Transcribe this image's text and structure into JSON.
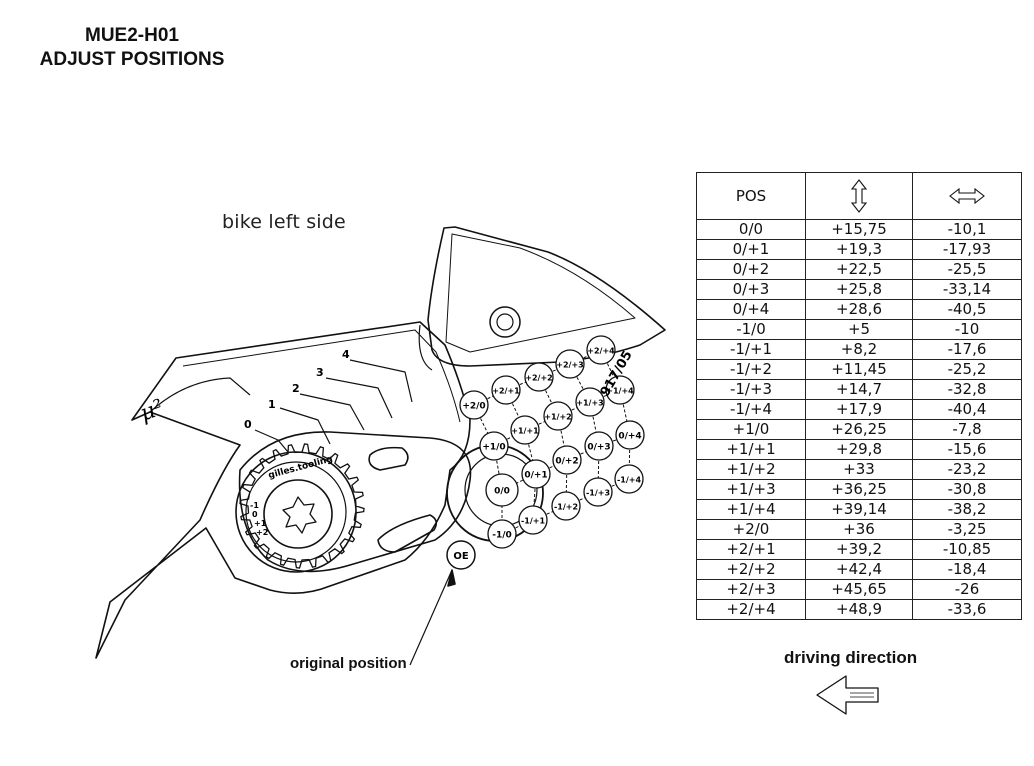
{
  "title": {
    "line1": "MUE2-H01",
    "line2": "ADJUST POSITIONS"
  },
  "side_label": "bike left side",
  "table": {
    "headers": {
      "pos": "POS",
      "vertical_icon": "vertical-arrow-icon",
      "horizontal_icon": "horizontal-arrow-icon"
    },
    "rows": [
      [
        "0/0",
        "+15,75",
        "-10,1"
      ],
      [
        "0/+1",
        "+19,3",
        "-17,93"
      ],
      [
        "0/+2",
        "+22,5",
        "-25,5"
      ],
      [
        "0/+3",
        "+25,8",
        "-33,14"
      ],
      [
        "0/+4",
        "+28,6",
        "-40,5"
      ],
      [
        "-1/0",
        "+5",
        "-10"
      ],
      [
        "-1/+1",
        "+8,2",
        "-17,6"
      ],
      [
        "-1/+2",
        "+11,45",
        "-25,2"
      ],
      [
        "-1/+3",
        "+14,7",
        "-32,8"
      ],
      [
        "-1/+4",
        "+17,9",
        "-40,4"
      ],
      [
        "+1/0",
        "+26,25",
        "-7,8"
      ],
      [
        "+1/+1",
        "+29,8",
        "-15,6"
      ],
      [
        "+1/+2",
        "+33",
        "-23,2"
      ],
      [
        "+1/+3",
        "+36,25",
        "-30,8"
      ],
      [
        "+1/+4",
        "+39,14",
        "-38,2"
      ],
      [
        "+2/0",
        "+36",
        "-3,25"
      ],
      [
        "+2/+1",
        "+39,2",
        "-10,85"
      ],
      [
        "+2/+2",
        "+42,4",
        "-18,4"
      ],
      [
        "+2/+3",
        "+45,65",
        "-26"
      ],
      [
        "+2/+4",
        "+48,9",
        "-33,6"
      ]
    ]
  },
  "diagram": {
    "scale_marks": [
      "0",
      "1",
      "2",
      "3",
      "4"
    ],
    "brand_text": "gilles.tooling",
    "mu_symbol": "μ²",
    "origin_marker": "OE",
    "dial_marks": [
      "-1",
      "0",
      "+1",
      "+2"
    ],
    "part_number": "917/05",
    "positions": [
      "0/0",
      "0/+1",
      "0/+2",
      "0/+3",
      "0/+4",
      "-1/0",
      "-1/+1",
      "-1/+2",
      "-1/+3",
      "-1/+4",
      "+1/0",
      "+1/+1",
      "+1/+2",
      "+1/+3",
      "+1/+4",
      "+2/0",
      "+2/+1",
      "+2/+2",
      "+2/+3",
      "+2/+4"
    ]
  },
  "original_position_label": "original position",
  "driving_direction_label": "driving direction",
  "driving_direction_icon": "left-arrow-icon"
}
